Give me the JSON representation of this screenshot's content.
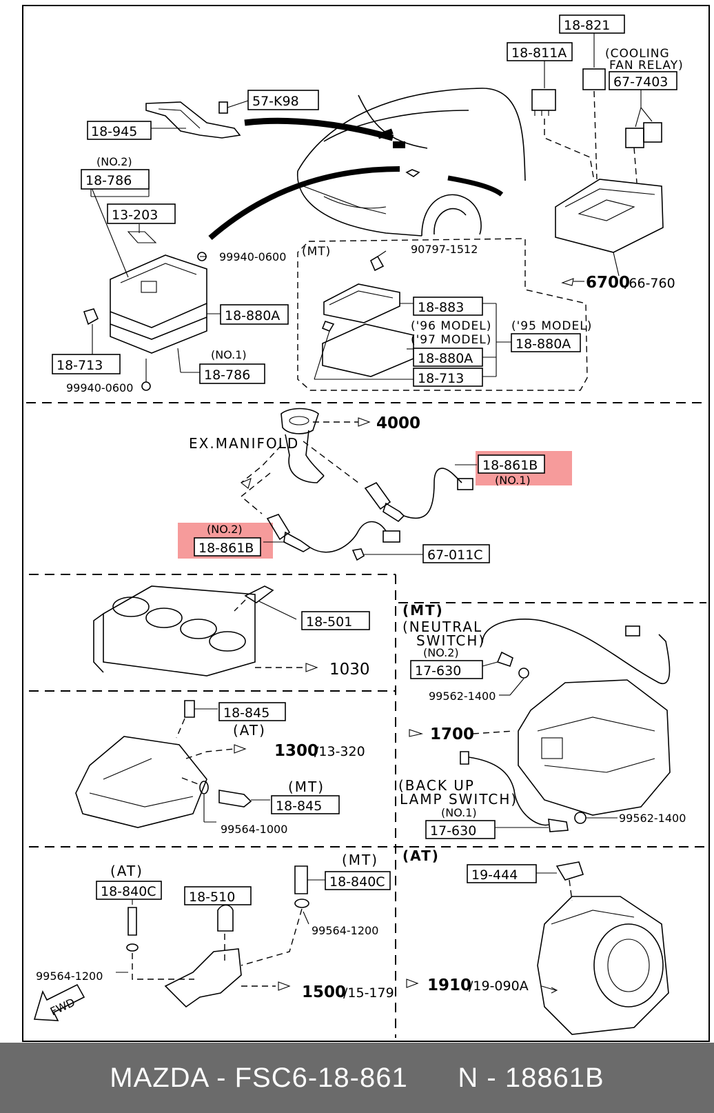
{
  "diagram": {
    "labels": {
      "p57k98": "57-K98",
      "p18945": "18-945",
      "no2_top": "(NO.2)",
      "p18786_a": "18-786",
      "p13203": "13-203",
      "b99940_a": "99940-0600",
      "p18880a_left": "18-880A",
      "p18713_left": "18-713",
      "no1_top": "(NO.1)",
      "p18786_b": "18-786",
      "b99940_b": "99940-0600",
      "mt_tag": "(MT)",
      "b90797": "90797-1512",
      "p18883": "18-883",
      "m96": "('96 MODEL)",
      "m97": "('97 MODEL)",
      "m95": "('95 MODEL)",
      "p18880a_mid": "18-880A",
      "p18880a_right": "18-880A",
      "p18713_mid": "18-713",
      "p18821": "18-821",
      "p18811a": "18-811A",
      "cooling1": "(COOLING",
      "cooling2": "FAN RELAY)",
      "p677403": "67-7403",
      "ref6700": "6700",
      "ref6700b": "/66-760",
      "ref4000": "4000",
      "exmanifold": "EX.MANIFOLD",
      "p18861b_no1": "18-861B",
      "no1_sensor": "(NO.1)",
      "no2_sensor": "(NO.2)",
      "p18861b_no2": "18-861B",
      "p67011c": "67-011C",
      "p18501": "18-501",
      "ref1030": "1030",
      "mt_big": "(MT)",
      "neutral1": "(NEUTRAL",
      "neutral2": "SWITCH)",
      "no2_switch": "(NO.2)",
      "p17630_a": "17-630",
      "b99562_a": "99562-1400",
      "ref1700": "1700",
      "backup1": "(BACK UP",
      "backup2": "LAMP SWITCH)",
      "no1_switch": "(NO.1)",
      "p17630_b": "17-630",
      "b99562_b": "99562-1400",
      "p18845_a": "18-845",
      "at_tag1": "(AT)",
      "ref1300": "1300",
      "ref1300b": "/13-320",
      "mt_tag2": "(MT)",
      "p18845_b": "18-845",
      "b99564_1000": "99564-1000",
      "at_tag2": "(AT)",
      "p18840c_a": "18-840C",
      "p18510": "18-510",
      "mt_tag3": "(MT)",
      "p18840c_b": "18-840C",
      "b99564_1200_a": "99564-1200",
      "b99564_1200_b": "99564-1200",
      "ref1500": "1500",
      "ref1500b": "/15-179",
      "at_big": "(AT)",
      "p19444": "19-444",
      "ref1910": "1910",
      "ref1910b": "/19-090A",
      "fwd": "FWD"
    }
  },
  "footer": {
    "text": "MAZDA - FSC6-18-861      N - 18861B"
  },
  "colors": {
    "highlight": "#f48a8a",
    "footer_bg": "#6b6b6b"
  }
}
